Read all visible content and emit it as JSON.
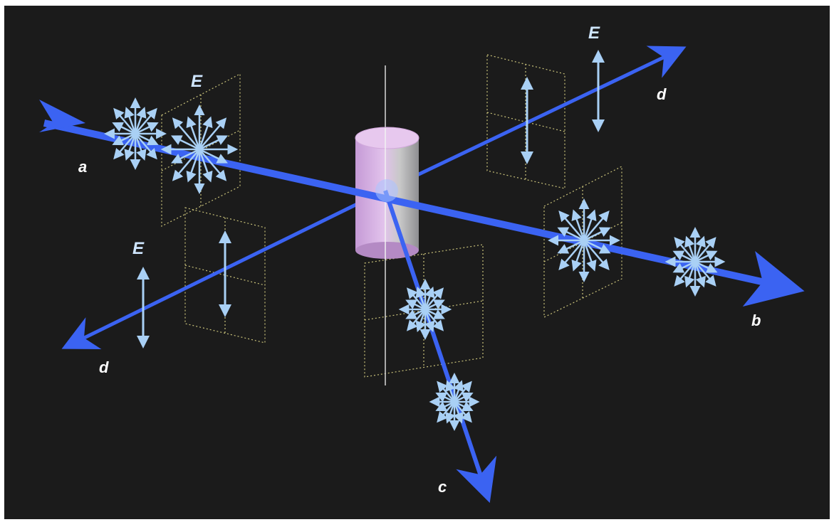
{
  "diagram": {
    "labels": {
      "incident": "a",
      "transmitted": "b",
      "scattered_down": "c",
      "scattered_left": "d",
      "scattered_right": "d",
      "field_left": "E",
      "field_upper_left": "E",
      "field_upper_right": "E"
    },
    "colors": {
      "background": "#1b1b1b",
      "beam": "#3b63f2",
      "field_arrows": "#a9d0f5",
      "cylinder_body": "#c89ad6",
      "cylinder_top": "#e7c8ee",
      "frame_lines": "#c9c27a",
      "label_white": "#ffffff",
      "label_field": "#cfe6ff"
    }
  }
}
